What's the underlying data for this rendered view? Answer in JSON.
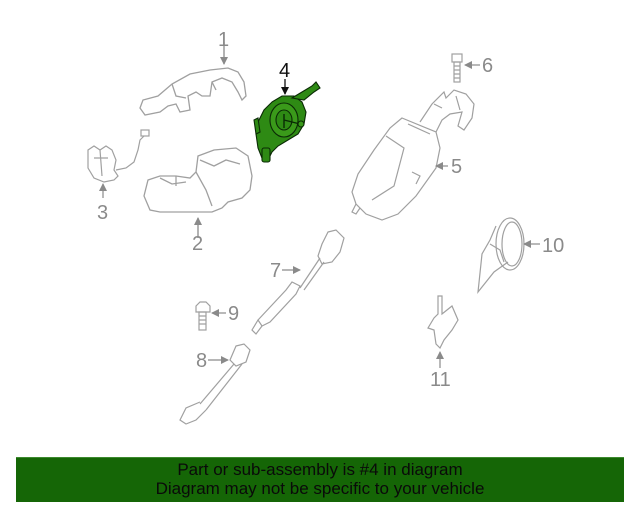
{
  "diagram": {
    "title": "Steering column parts diagram",
    "highlight_color": "#156606",
    "line_color": "#9a9a9a",
    "highlighted_part": "4",
    "callouts": [
      {
        "id": "1",
        "label": "1"
      },
      {
        "id": "2",
        "label": "2"
      },
      {
        "id": "3",
        "label": "3"
      },
      {
        "id": "4",
        "label": "4"
      },
      {
        "id": "5",
        "label": "5"
      },
      {
        "id": "6",
        "label": "6"
      },
      {
        "id": "7",
        "label": "7"
      },
      {
        "id": "8",
        "label": "8"
      },
      {
        "id": "9",
        "label": "9"
      },
      {
        "id": "10",
        "label": "10"
      },
      {
        "id": "11",
        "label": "11"
      }
    ]
  },
  "banner": {
    "line1": "Part or sub-assembly is #4 in diagram",
    "line2": "Diagram may not be specific to your vehicle",
    "background": "#156606"
  }
}
